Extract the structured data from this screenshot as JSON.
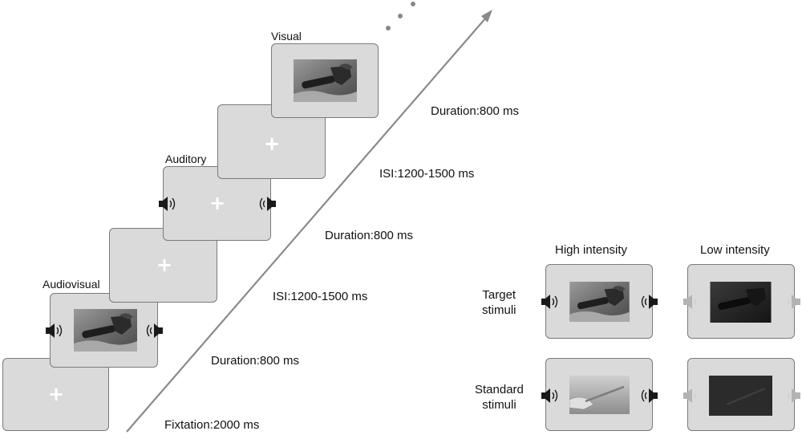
{
  "sequence": {
    "labels": {
      "visual": "Visual",
      "auditory": "Auditory",
      "audiovisual": "Audiovisual"
    },
    "timeline": [
      "Duration:800 ms",
      "ISI:1200-1500 ms",
      "Duration:800 ms",
      "ISI:1200-1500 ms",
      "Duration:800 ms",
      "Fixtation:2000 ms"
    ],
    "fixation_symbol": "+"
  },
  "stimuli_panel": {
    "columns": [
      "High intensity",
      "Low intensity"
    ],
    "rows": [
      "Target\nstimuli",
      "Standard\nstimuli"
    ]
  },
  "icons": [
    "speaker-left-icon",
    "speaker-right-icon",
    "hammer-image",
    "hand-image",
    "ellipsis-dots"
  ],
  "colors": {
    "screen": "#dadada",
    "screen_border": "#7a7a7a",
    "arrow": "#8a8a8a",
    "speaker_dark": "#1a1a1a",
    "speaker_faded": "#b3b3b3"
  }
}
